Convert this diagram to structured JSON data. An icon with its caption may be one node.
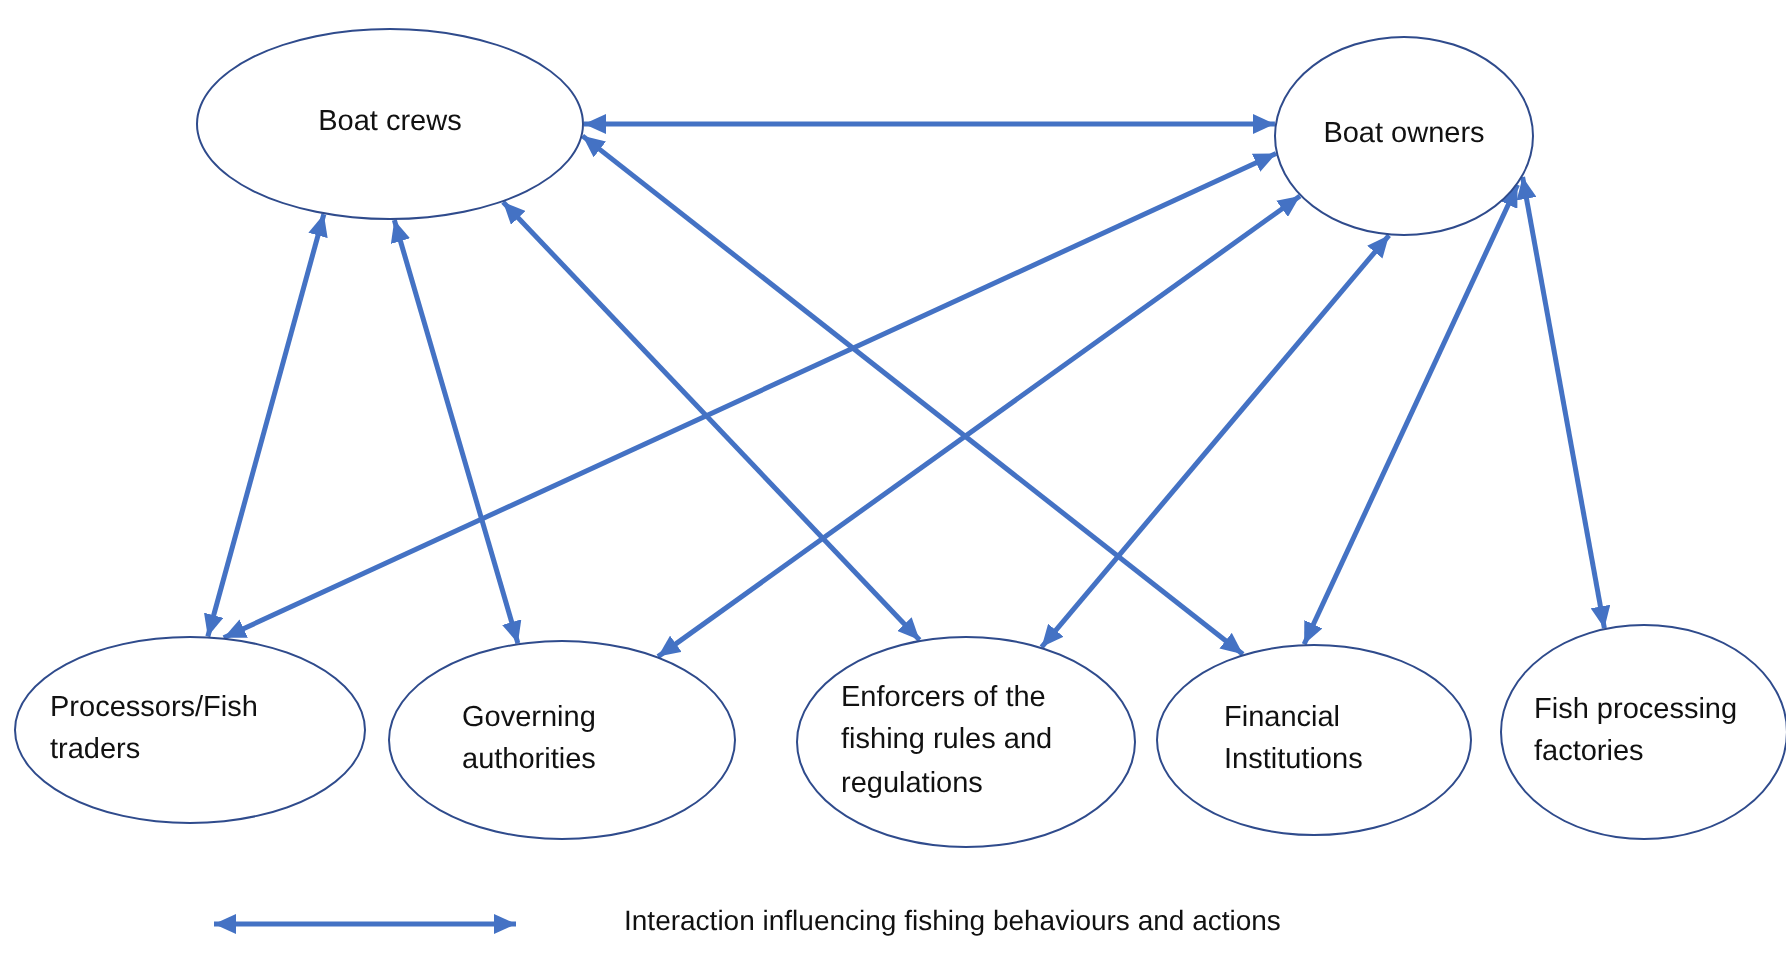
{
  "diagram": {
    "nodes": [
      {
        "text": [
          "Boat crews"
        ]
      },
      {
        "text": [
          "Boat owners"
        ]
      },
      {
        "text": [
          "Processors/Fish traders"
        ]
      },
      {
        "text": [
          "Governing authorities"
        ]
      },
      {
        "text": [
          "Enforcers of the fishing rules and regulations"
        ]
      },
      {
        "text": [
          "Financial Institutions"
        ]
      },
      {
        "text": [
          "Fish processing factories"
        ]
      }
    ],
    "edges": [
      {
        "from": 0,
        "to": 1,
        "arrow": "both"
      },
      {
        "from": 0,
        "to": 2,
        "arrow": "both"
      },
      {
        "from": 0,
        "to": 3,
        "arrow": "both"
      },
      {
        "from": 0,
        "to": 4,
        "arrow": "both"
      },
      {
        "from": 0,
        "to": 5,
        "arrow": "both"
      },
      {
        "from": 1,
        "to": 2,
        "arrow": "both"
      },
      {
        "from": 1,
        "to": 3,
        "arrow": "both"
      },
      {
        "from": 1,
        "to": 4,
        "arrow": "both"
      },
      {
        "from": 1,
        "to": 5,
        "arrow": "both"
      },
      {
        "from": 1,
        "to": 6,
        "arrow": "both"
      }
    ],
    "legend": [
      {
        "text": "Interaction influencing fishing behaviours and actions"
      }
    ]
  }
}
